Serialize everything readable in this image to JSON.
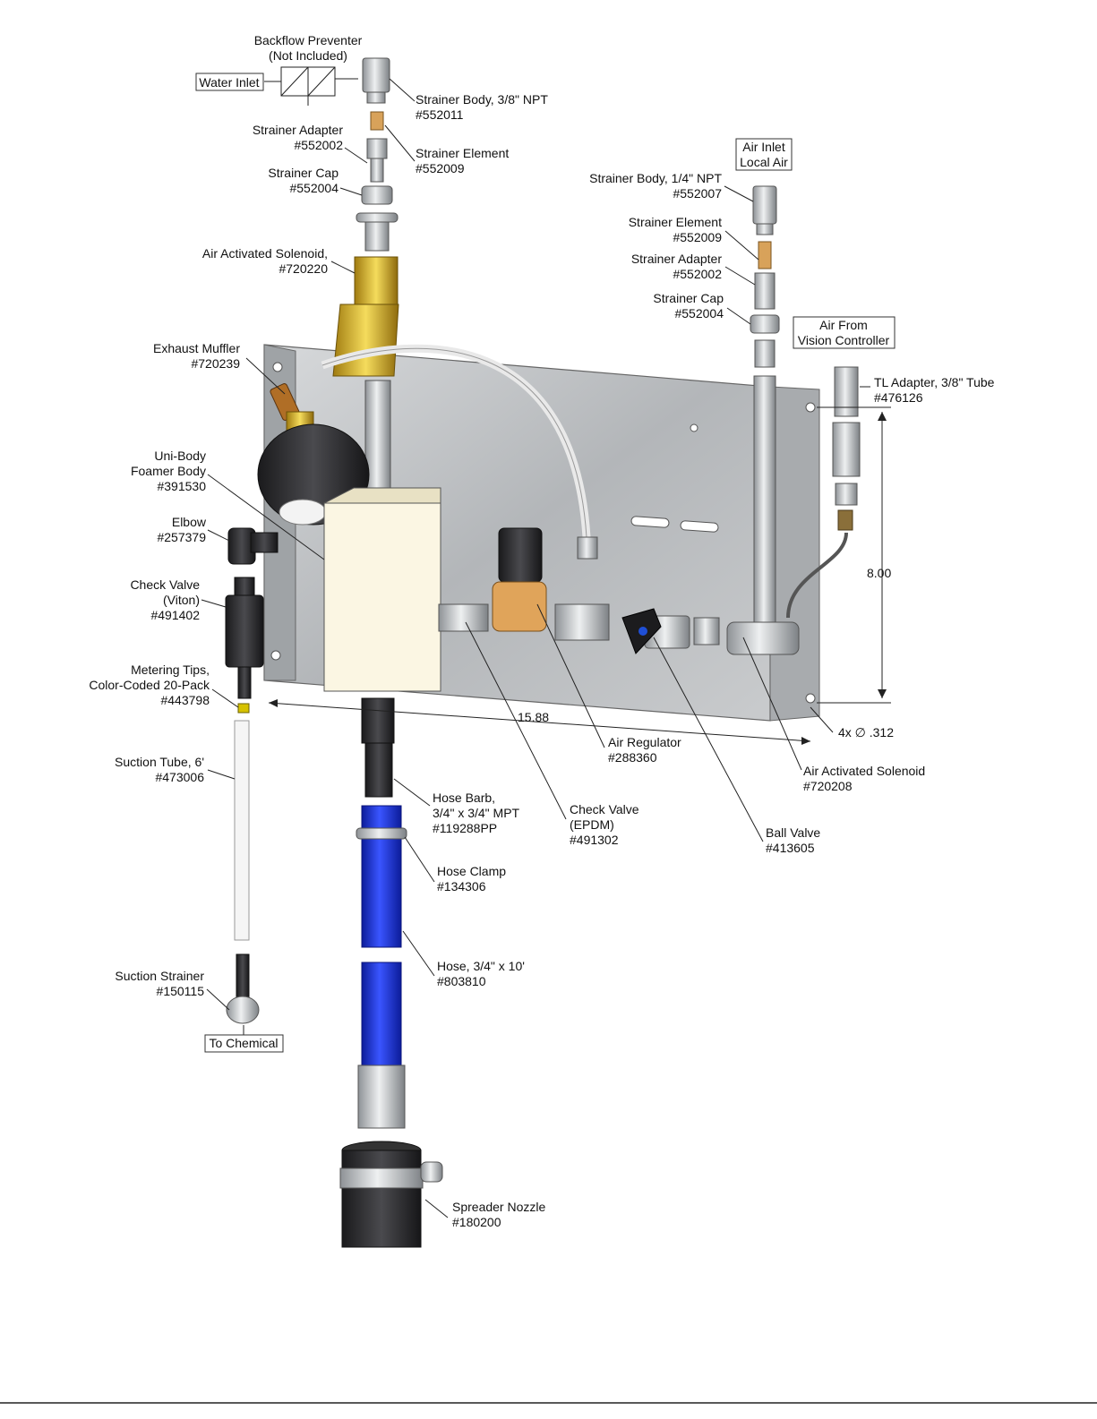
{
  "labels": {
    "backflow": [
      "Backflow Preventer",
      "(Not Included)"
    ],
    "water_inlet": "Water Inlet",
    "strainer_body_38": [
      "Strainer Body, 3/8\" NPT",
      "#552011"
    ],
    "strainer_adapter_left": [
      "Strainer Adapter",
      "#552002"
    ],
    "strainer_element_left": [
      "Strainer Element",
      "#552009"
    ],
    "strainer_cap_left": [
      "Strainer Cap",
      "#552004"
    ],
    "air_solenoid_left": [
      "Air Activated Solenoid,",
      "#720220"
    ],
    "exhaust_muffler": [
      "Exhaust Muffler",
      "#720239"
    ],
    "unibody": [
      "Uni-Body",
      "Foamer Body",
      "#391530"
    ],
    "elbow": [
      "Elbow",
      "#257379"
    ],
    "check_valve_viton": [
      "Check Valve",
      "(Viton)",
      "#491402"
    ],
    "metering_tips": [
      "Metering Tips,",
      "Color-Coded 20-Pack",
      "#443798"
    ],
    "suction_tube": [
      "Suction Tube, 6'",
      "#473006"
    ],
    "suction_strainer": [
      "Suction Strainer",
      "#150115"
    ],
    "to_chemical": "To Chemical",
    "air_inlet": [
      "Air Inlet",
      "Local Air"
    ],
    "strainer_body_14": [
      "Strainer Body, 1/4\" NPT",
      "#552007"
    ],
    "strainer_element_right": [
      "Strainer Element",
      "#552009"
    ],
    "strainer_adapter_right": [
      "Strainer Adapter",
      "#552002"
    ],
    "strainer_cap_right": [
      "Strainer Cap",
      "#552004"
    ],
    "air_from_vision": [
      "Air From",
      "Vision Controller"
    ],
    "tl_adapter": [
      "TL Adapter, 3/8\" Tube",
      "#476126"
    ],
    "dim_height": "8.00",
    "dim_width": "15.88",
    "dim_holes": "4x ∅ .312",
    "air_regulator": [
      "Air Regulator",
      "#288360"
    ],
    "air_solenoid_right": [
      "Air Activated Solenoid",
      "#720208"
    ],
    "hose_barb": [
      "Hose Barb,",
      "3/4\" x 3/4\" MPT",
      "#119288PP"
    ],
    "check_valve_epdm": [
      "Check Valve",
      "(EPDM)",
      "#491302"
    ],
    "ball_valve": [
      "Ball Valve",
      "#413605"
    ],
    "hose_clamp": [
      "Hose Clamp",
      "#134306"
    ],
    "hose": [
      "Hose, 3/4\" x 10'",
      "#803810"
    ],
    "spreader_nozzle": [
      "Spreader Nozzle",
      "#180200"
    ]
  },
  "colors": {
    "plate": "#b9bcbf",
    "foamer_body": "#fbf6e3",
    "hose": "#1f33d6",
    "solenoid": "#d9b53a"
  }
}
